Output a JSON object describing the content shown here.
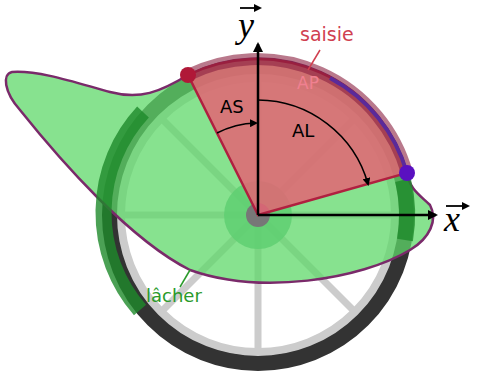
{
  "diagram": {
    "labels": [
      "saisie",
      "AP",
      "AS",
      "AL",
      "lâcher",
      "x",
      "y"
    ]
  }
}
